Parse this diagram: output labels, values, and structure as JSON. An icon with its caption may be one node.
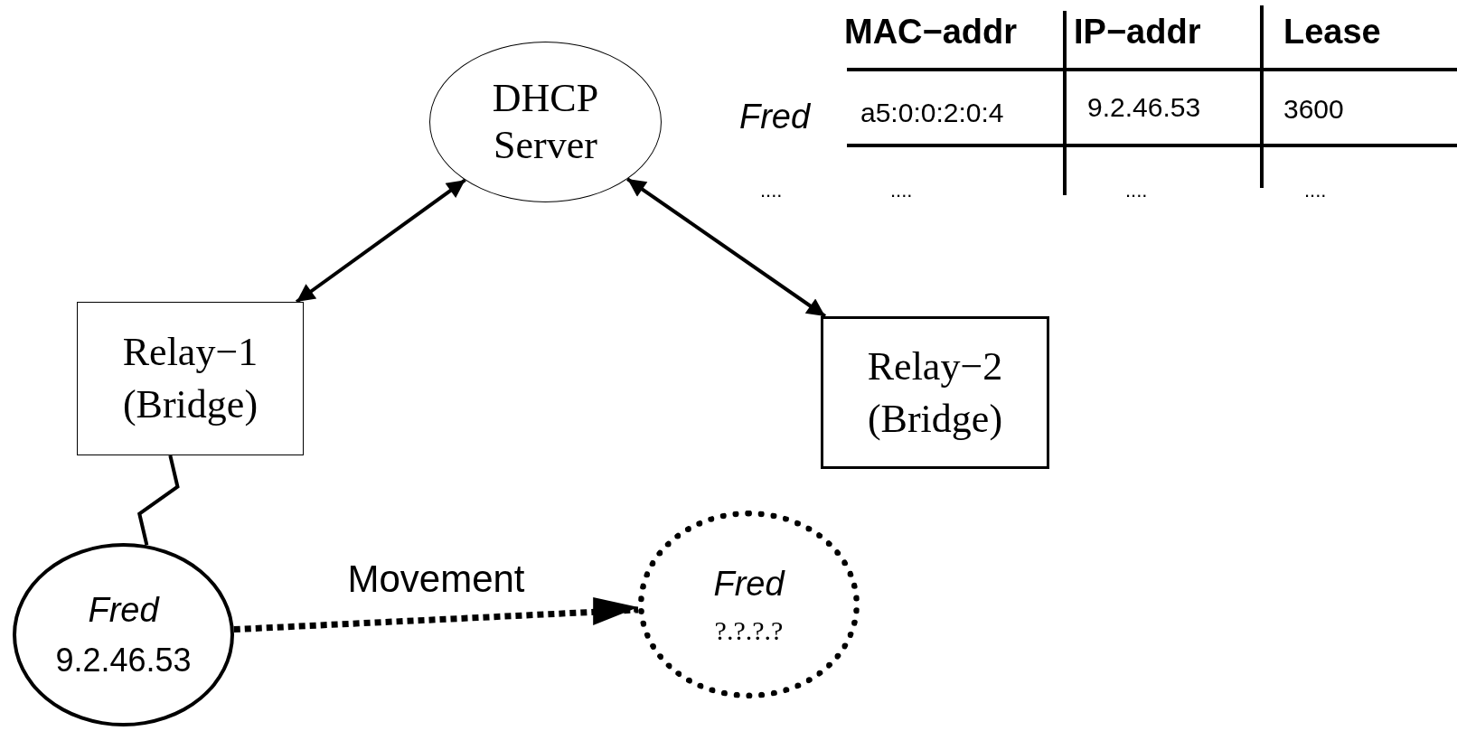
{
  "diagram": {
    "nodes": [
      {
        "text": [
          "DHCP Server"
        ]
      },
      {
        "text": [
          "Relay−1 (Bridge)"
        ]
      },
      {
        "text": [
          "Relay−2 (Bridge)"
        ]
      },
      {
        "text": [
          "Fred",
          "9.2.46.53"
        ]
      },
      {
        "text": [
          "Fred",
          "?.?.?.?"
        ]
      }
    ],
    "edges": [
      {
        "from": 0,
        "to": 1,
        "arrow": "both"
      },
      {
        "from": 0,
        "to": 2,
        "arrow": "both"
      },
      {
        "from": 1,
        "to": 3,
        "arrow": "none"
      },
      {
        "from": 3,
        "to": 4,
        "arrow": "to",
        "label": "Movement",
        "style": "dashed"
      }
    ],
    "labels": [
      "MAC−addr",
      "IP−addr",
      "Lease",
      "Fred",
      "a5:0:0:2:0:4",
      "9.2.46.53",
      "3600",
      "....",
      "....",
      "....",
      "...."
    ]
  }
}
